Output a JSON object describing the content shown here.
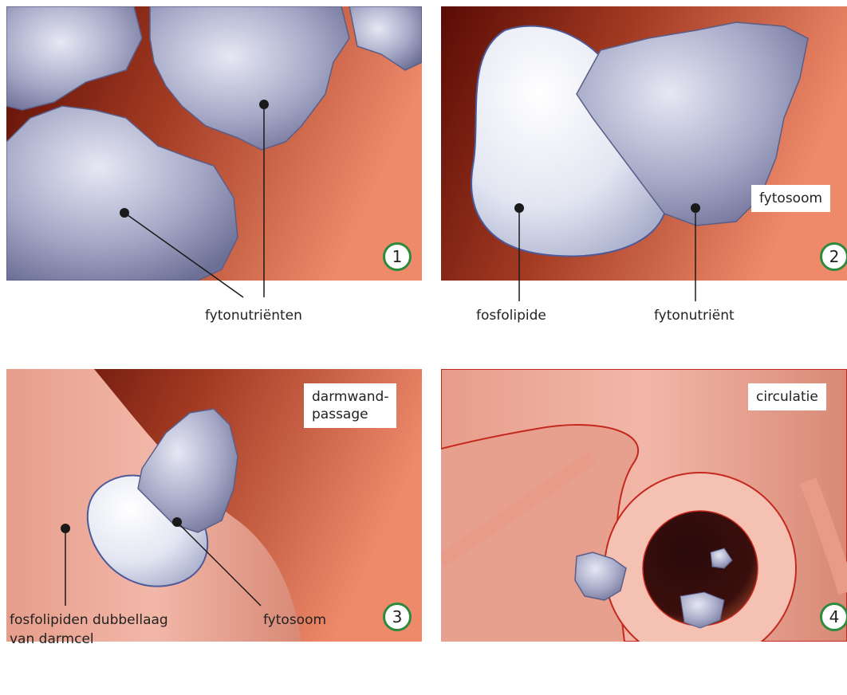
{
  "panels": [
    {
      "number": "1",
      "captions": [
        "fytonutriënten"
      ]
    },
    {
      "number": "2",
      "tag": "fytosoom",
      "captions": [
        "fosfolipide",
        "fytonutriënt"
      ]
    },
    {
      "number": "3",
      "tag_lines": [
        "darmwand-",
        "passage"
      ],
      "captions": [
        "fosfolipiden dubbellaag",
        "van darmcel",
        "fytosoom"
      ]
    },
    {
      "number": "4",
      "tag": "circulatie"
    }
  ],
  "colors": {
    "background_dark": "#5a0b05",
    "background_light": "#ee8a6a",
    "molecule": "#b9bcd6",
    "phospholipid": "#e4e7f2",
    "cell_wall": "#eba495",
    "number_ring": "#2e8b3d"
  }
}
